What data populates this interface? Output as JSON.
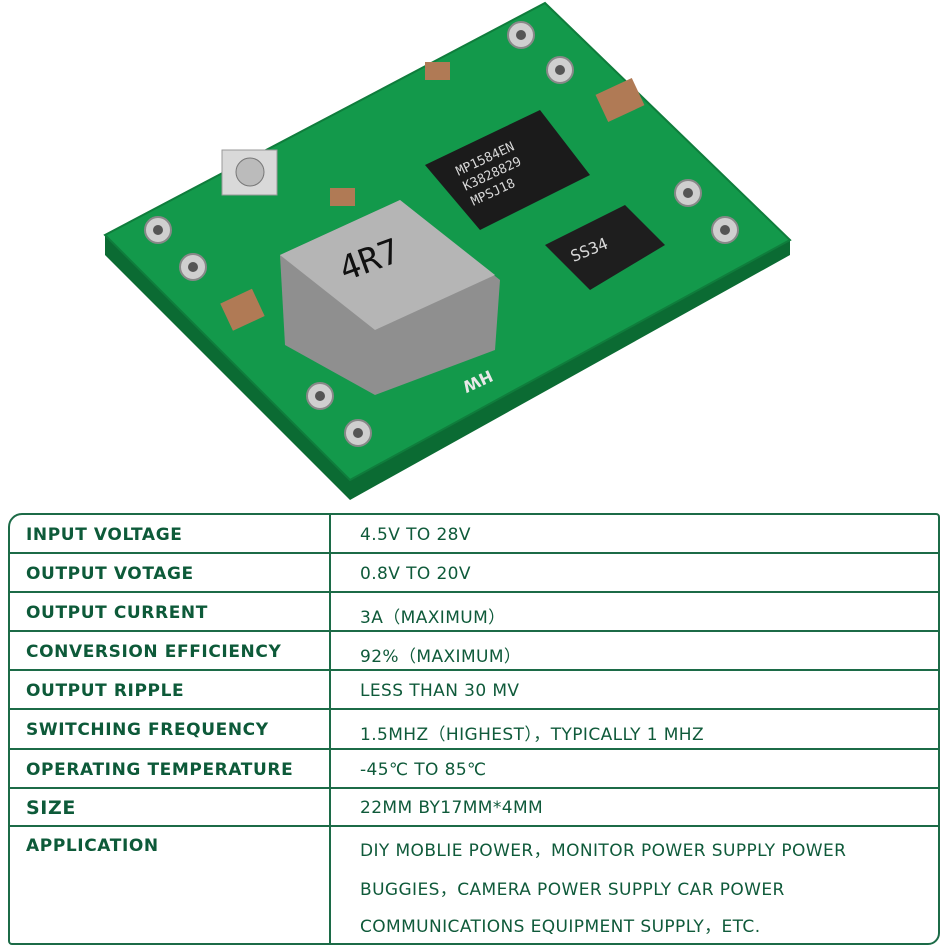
{
  "product_image": {
    "chip_marking": [
      "MP1584EN",
      "K3828829",
      "MPSJ18"
    ],
    "diode_marking": "SS34",
    "inductor_marking": "4R7",
    "silkscreen": "HW",
    "colors": {
      "pcb": "#12994a",
      "pcb_edge": "#0b6b33",
      "pad": "#c9c9c9",
      "inductor": "#9a9a9a",
      "ic": "#1b1b1b"
    }
  },
  "spec_table": {
    "rows": [
      {
        "label": "INPUT VOLTAGE",
        "value": "4.5V TO 28V"
      },
      {
        "label": "OUTPUT VOTAGE",
        "value": "0.8V TO 20V"
      },
      {
        "label": "OUTPUT CURRENT",
        "value": "3A（MAXIMUM）"
      },
      {
        "label": "CONVERSION EFFICIENCY",
        "value": "92%（MAXIMUM）"
      },
      {
        "label": "OUTPUT RIPPLE",
        "value": "LESS THAN 30 MV"
      },
      {
        "label": "SWITCHING FREQUENCY",
        "value": "1.5MHZ（HIGHEST），TYPICALLY 1 MHZ"
      },
      {
        "label": "OPERATING TEMPERATURE",
        "value": "-45℃ TO 85℃"
      },
      {
        "label": "SIZE",
        "value": "22MM BY17MM*4MM"
      },
      {
        "label": "APPLICATION",
        "value_lines": [
          "DIY MOBLIE POWER，MONITOR POWER SUPPLY POWER",
          "BUGGIES，CAMERA POWER SUPPLY CAR POWER",
          "COMMUNICATIONS EQUIPMENT SUPPLY，ETC."
        ]
      }
    ],
    "colors": {
      "text": "#0d5a39",
      "border": "#1c6b47"
    }
  }
}
